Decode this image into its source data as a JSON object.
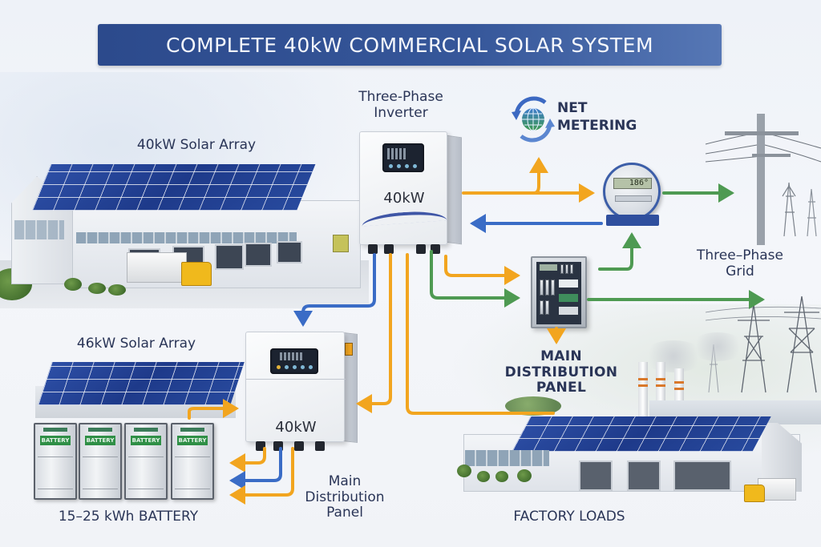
{
  "title": "COMPLETE 40kW COMMERCIAL SOLAR SYSTEM",
  "components": {
    "solar_array_top": {
      "label": "40kW Solar Array"
    },
    "solar_array_bottom": {
      "label": "46kW Solar Array"
    },
    "inverter_top": {
      "label_line1": "Three-Phase",
      "label_line2": "Inverter",
      "rating": "40kW"
    },
    "inverter_bottom": {
      "rating": "40kW"
    },
    "net_metering": {
      "label_line1": "NET",
      "label_line2": "METERING",
      "meter_reading": "186°"
    },
    "grid": {
      "label_line1": "Three–Phase",
      "label_line2": "Grid"
    },
    "main_panel_right": {
      "label_line1": "MAIN",
      "label_line2": "DISTRIBUTION",
      "label_line3": "PANEL"
    },
    "main_panel_bottom": {
      "label_line1": "Main",
      "label_line2": "Distribution",
      "label_line3": "Panel"
    },
    "battery": {
      "label": "15–25 kWh BATTERY",
      "units": [
        "BATTERY",
        "BATTERY",
        "BATTERY",
        "BATTERY"
      ]
    },
    "factory": {
      "label": "FACTORY LOADS"
    }
  },
  "flow_colors": {
    "solar_dc": "#f2a51f",
    "grid_import": "#3a6cc6",
    "ac_export": "#4e9a52",
    "title_bg": "#2c4a8c",
    "text": "#2a3557"
  },
  "flows": [
    {
      "from": "inverter_top",
      "to": "net_metering_meter",
      "color": "solar_dc"
    },
    {
      "from": "inverter_top",
      "to": "net_metering_icon",
      "color": "solar_dc"
    },
    {
      "from": "net_metering_meter",
      "to": "inverter_top",
      "color": "grid_import"
    },
    {
      "from": "net_metering_meter",
      "to": "grid",
      "color": "ac_export"
    },
    {
      "from": "main_panel_right",
      "to": "net_metering_meter",
      "color": "ac_export"
    },
    {
      "from": "inverter_top",
      "to": "main_panel_right",
      "color": "solar_dc"
    },
    {
      "from": "inverter_top",
      "to": "main_panel_right",
      "color": "ac_export"
    },
    {
      "from": "main_panel_right",
      "to": "grid",
      "color": "ac_export"
    },
    {
      "from": "main_panel_right",
      "to": "factory",
      "color": "solar_dc"
    },
    {
      "from": "inverter_top",
      "to": "inverter_bottom",
      "color": "grid_import"
    },
    {
      "from": "inverter_top",
      "to": "inverter_bottom",
      "color": "solar_dc"
    },
    {
      "from": "inverter_top",
      "to": "factory",
      "color": "solar_dc"
    },
    {
      "from": "solar_array_bottom",
      "to": "inverter_bottom",
      "color": "solar_dc"
    },
    {
      "from": "inverter_bottom",
      "to": "battery",
      "color": "solar_dc"
    },
    {
      "from": "inverter_bottom",
      "to": "battery",
      "color": "grid_import"
    }
  ]
}
